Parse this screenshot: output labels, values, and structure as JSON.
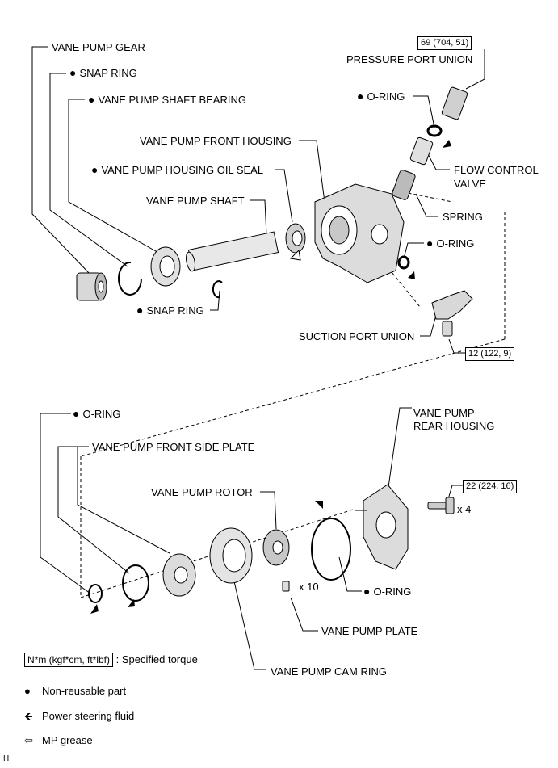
{
  "labels": {
    "vane_pump_gear": "VANE PUMP GEAR",
    "snap_ring_top": "SNAP RING",
    "shaft_bearing": "VANE PUMP SHAFT BEARING",
    "front_housing": "VANE PUMP FRONT HOUSING",
    "housing_oil_seal": "VANE PUMP HOUSING OIL SEAL",
    "vane_pump_shaft": "VANE PUMP SHAFT",
    "snap_ring_bottom": "SNAP RING",
    "pressure_port_union": "PRESSURE PORT UNION",
    "o_ring_pressure": "O-RING",
    "flow_control_valve_1": "FLOW CONTROL",
    "flow_control_valve_2": "VALVE",
    "spring": "SPRING",
    "o_ring_suction": "O-RING",
    "suction_port_union": "SUCTION PORT UNION",
    "o_ring_lower": "O-RING",
    "front_side_plate": "VANE PUMP FRONT SIDE PLATE",
    "rear_housing_1": "VANE PUMP",
    "rear_housing_2": "REAR HOUSING",
    "vane_pump_rotor": "VANE PUMP ROTOR",
    "o_ring_rear": "O-RING",
    "vane_pump_plate": "VANE PUMP PLATE",
    "cam_ring": "VANE PUMP CAM RING",
    "qty_bolts": "x 4",
    "qty_plates": "x 10",
    "figure_code": "H"
  },
  "torques": {
    "pressure_port": "69 (704, 51)",
    "suction_port": "12 (122,  9)",
    "rear_housing": "22 (224, 16)"
  },
  "legend": {
    "torque_box": "N*m (kgf*cm, ft*lbf)",
    "torque_text": ": Specified torque",
    "non_reusable": "Non-reusable part",
    "fluid": "Power steering fluid",
    "grease": "MP grease"
  }
}
